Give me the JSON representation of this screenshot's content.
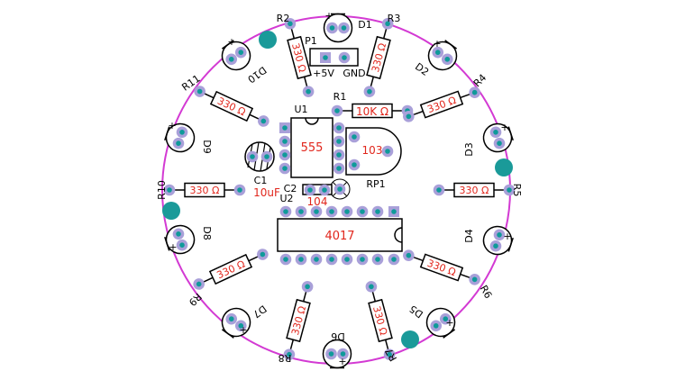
{
  "colors": {
    "board_outline": "#d33ad3",
    "pad_ring": "#a9a0d9",
    "pad_center": "#0f9a9a",
    "mount_hole": "#1a9a99",
    "component_outline": "#000000",
    "value_text": "#e1261c"
  },
  "header": {
    "label": "P1",
    "pin1_label": "+5V",
    "pin2_label": "GND"
  },
  "resistors": {
    "r1": {
      "designator": "R1",
      "value": "10K Ω"
    },
    "r2": {
      "designator": "R2",
      "value": "330 Ω"
    },
    "r3": {
      "designator": "R3",
      "value": "330 Ω"
    },
    "r4": {
      "designator": "R4",
      "value": "330 Ω"
    },
    "r5": {
      "designator": "R5",
      "value": "330 Ω"
    },
    "r6": {
      "designator": "R6",
      "value": "330 Ω"
    },
    "r7": {
      "designator": "R7",
      "value": "330 Ω"
    },
    "r8": {
      "designator": "R8",
      "value": "330 Ω"
    },
    "r9": {
      "designator": "R9",
      "value": "330 Ω"
    },
    "r10": {
      "designator": "R10",
      "value": "330 Ω"
    },
    "r11": {
      "designator": "R11",
      "value": "330 Ω"
    }
  },
  "leds": {
    "d1": "D1",
    "d2": "D2",
    "d3": "D3",
    "d4": "D4",
    "d5": "D5",
    "d6": "D6",
    "d7": "D7",
    "d8": "D8",
    "d9": "D9",
    "d10": "D10",
    "polarity_mark": "+"
  },
  "u1": {
    "designator": "U1",
    "part": "555"
  },
  "u2": {
    "designator": "U2",
    "part": "4017"
  },
  "c1": {
    "designator": "C1",
    "value": "10uF"
  },
  "c2": {
    "designator": "C2",
    "value": "104"
  },
  "rp1": {
    "designator": "RP1",
    "value": "103"
  }
}
